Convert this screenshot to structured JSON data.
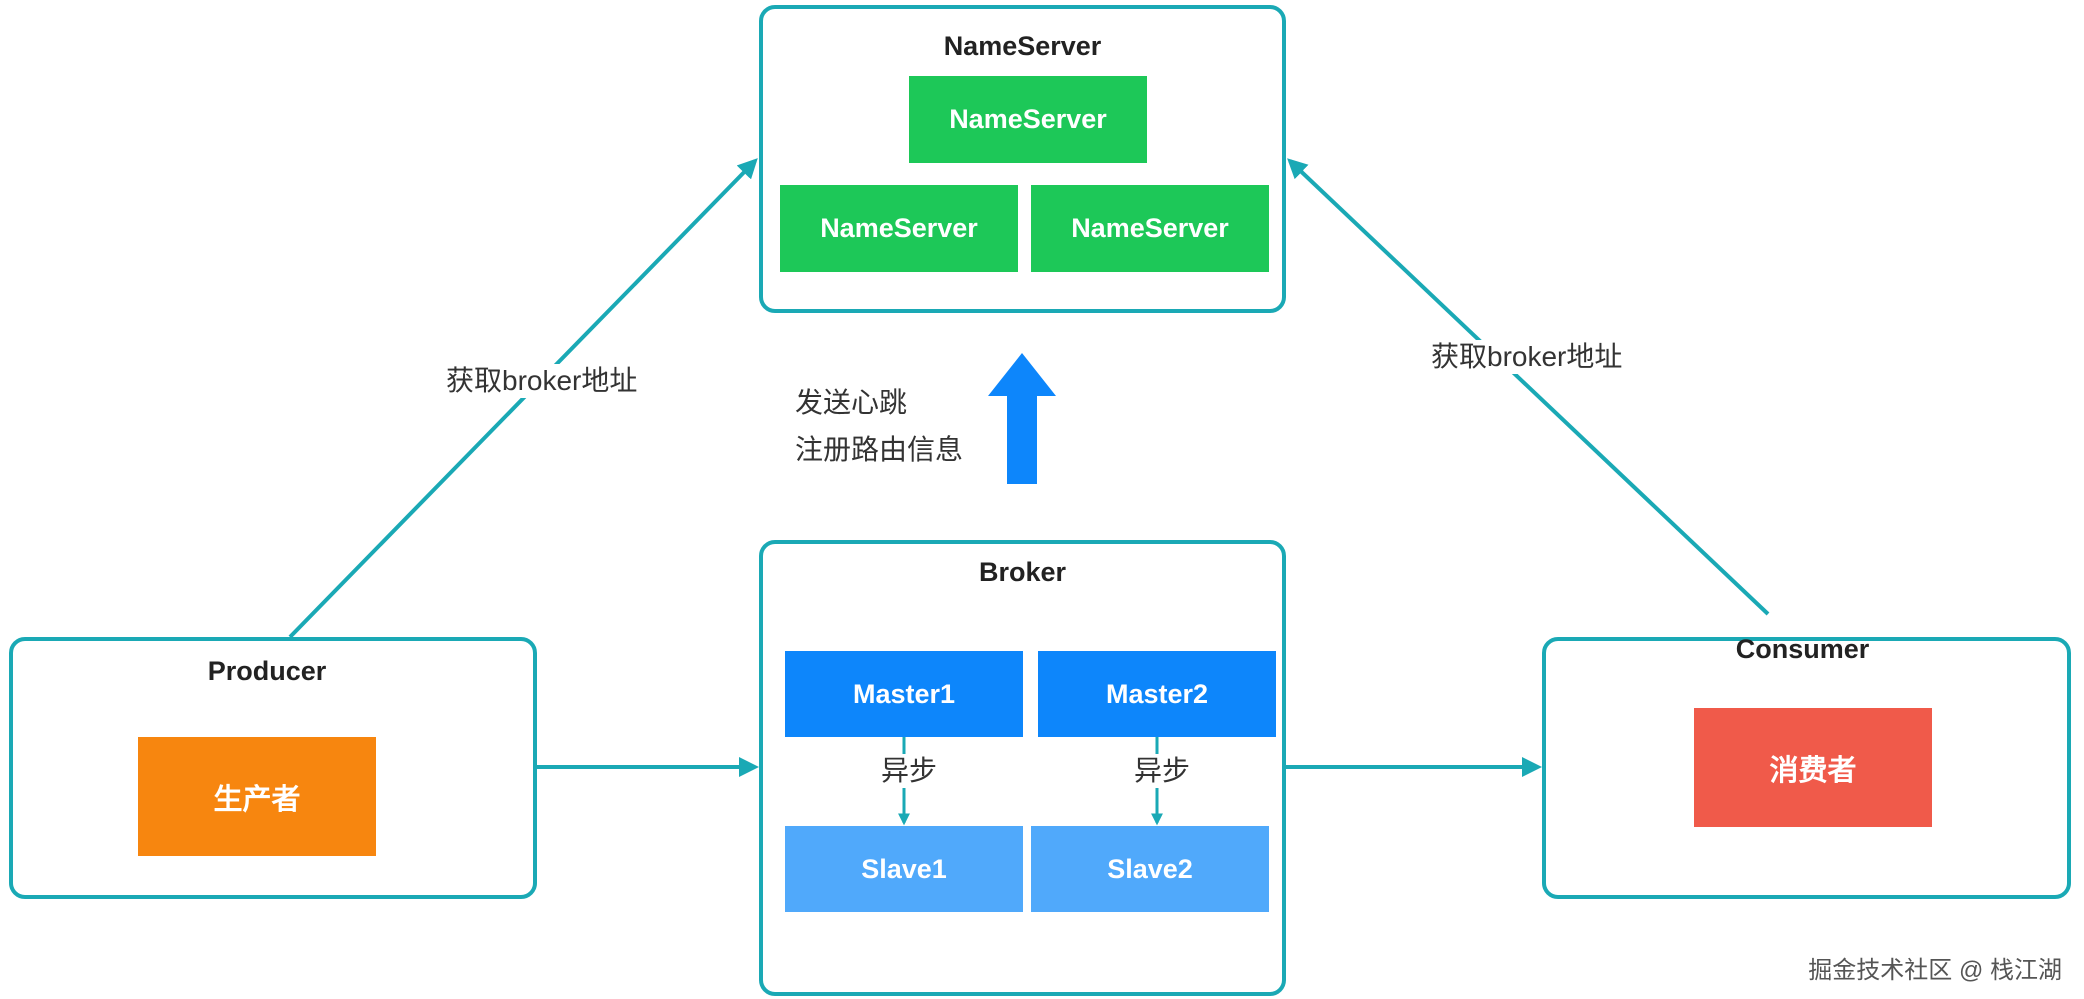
{
  "colors": {
    "group_border": "#1aa9b5",
    "arrow": "#1aa9b5",
    "nameserver_box": "#1dc858",
    "master_box": "#0d86fb",
    "slave_box": "#50a9fb",
    "producer_box": "#f7860f",
    "consumer_box": "#f05a4a",
    "heartbeat_arrow": "#0d86fb"
  },
  "nameserver_group": {
    "title": "NameServer",
    "nodes": [
      "NameServer",
      "NameServer",
      "NameServer"
    ]
  },
  "broker_group": {
    "title": "Broker",
    "masters": [
      "Master1",
      "Master2"
    ],
    "slaves": [
      "Slave1",
      "Slave2"
    ],
    "sync_labels": [
      "异步",
      "异步"
    ]
  },
  "producer_group": {
    "title": "Producer",
    "box": "生产者"
  },
  "consumer_group": {
    "title": "Consumer",
    "box": "消费者"
  },
  "edges": {
    "producer_to_nameserver": "获取broker地址",
    "consumer_to_nameserver": "获取broker地址",
    "heartbeat_line1": "发送心跳",
    "heartbeat_line2": "注册路由信息"
  },
  "watermark": "掘金技术社区 @ 栈江湖"
}
